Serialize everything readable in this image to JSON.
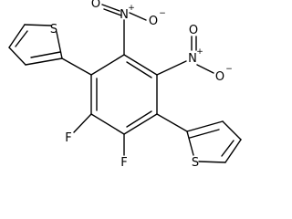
{
  "molecule": {
    "atoms": {
      "s_top": "S",
      "s_bottom": "S",
      "f_left": "F",
      "f_right": "F",
      "n_top": "N",
      "n_right": "N",
      "o_top_left": "O",
      "o_top_right": "O",
      "o_right_right": "O",
      "o_right_bottom": "O"
    },
    "charges": {
      "n_top": "+",
      "n_right": "+",
      "o_top_right": "−",
      "o_right_bottom": "−"
    }
  }
}
